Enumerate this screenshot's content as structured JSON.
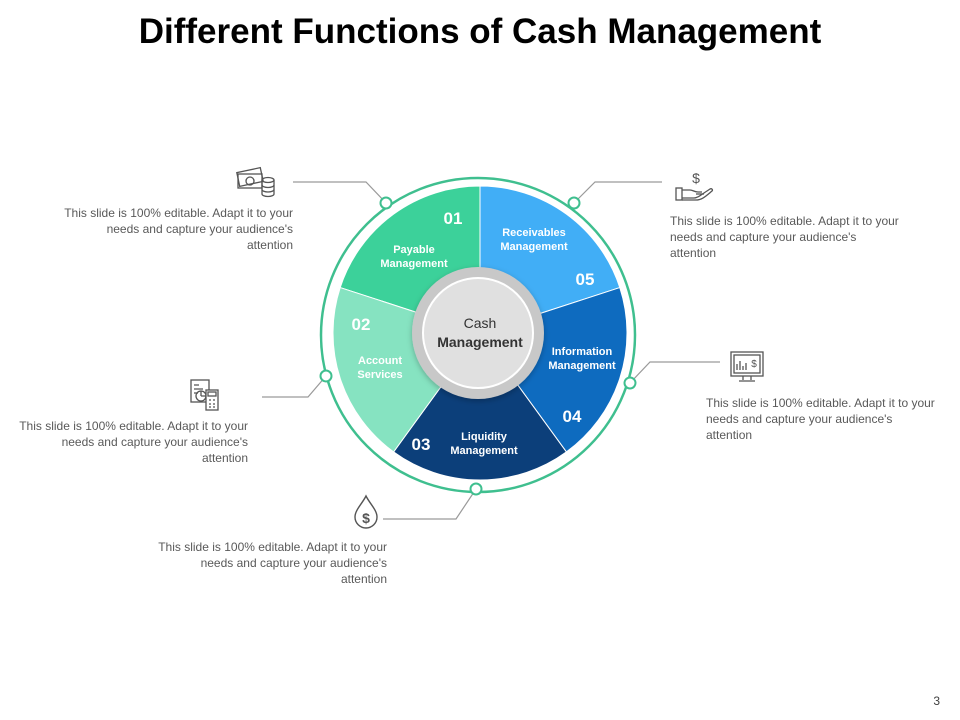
{
  "title": "Different Functions of Cash Management",
  "center_label": [
    "Cash",
    "Management"
  ],
  "page_number": "3",
  "colors": {
    "ring": "#3fbf8f",
    "connector": "#9a9a9a",
    "hub_outer": "#c8c8c8",
    "hub_inner": "#e0e0e0"
  },
  "segments": [
    {
      "number": "01",
      "label": [
        "Payable",
        "Management"
      ],
      "color": "#3cd19a"
    },
    {
      "number": "05",
      "label": [
        "Receivables",
        "Management"
      ],
      "color": "#41aef6"
    },
    {
      "number": "04",
      "label": [
        "Information",
        "Management"
      ],
      "color": "#0e6bbf"
    },
    {
      "number": "03",
      "label": [
        "Liquidity",
        "Management"
      ],
      "color": "#0c3f7a"
    },
    {
      "number": "02",
      "label": [
        "Account",
        "Services"
      ],
      "color": "#86e3c1"
    }
  ],
  "callouts": [
    {
      "icon": "money-stack-icon",
      "text": "This slide is 100% editable. Adapt it to your needs and capture your audience's attention"
    },
    {
      "icon": "hand-dollar-icon",
      "text": "This slide is 100% editable. Adapt it to your needs and capture your audience's attention"
    },
    {
      "icon": "calculator-chart-icon",
      "text": "This slide is 100% editable. Adapt it to your needs and capture your audience's attention"
    },
    {
      "icon": "monitor-dollar-icon",
      "text": "This slide is 100% editable. Adapt it to your needs and capture your audience's attention"
    },
    {
      "icon": "water-drop-dollar-icon",
      "text": "This slide is 100% editable. Adapt it to your needs and capture your audience's attention"
    }
  ]
}
